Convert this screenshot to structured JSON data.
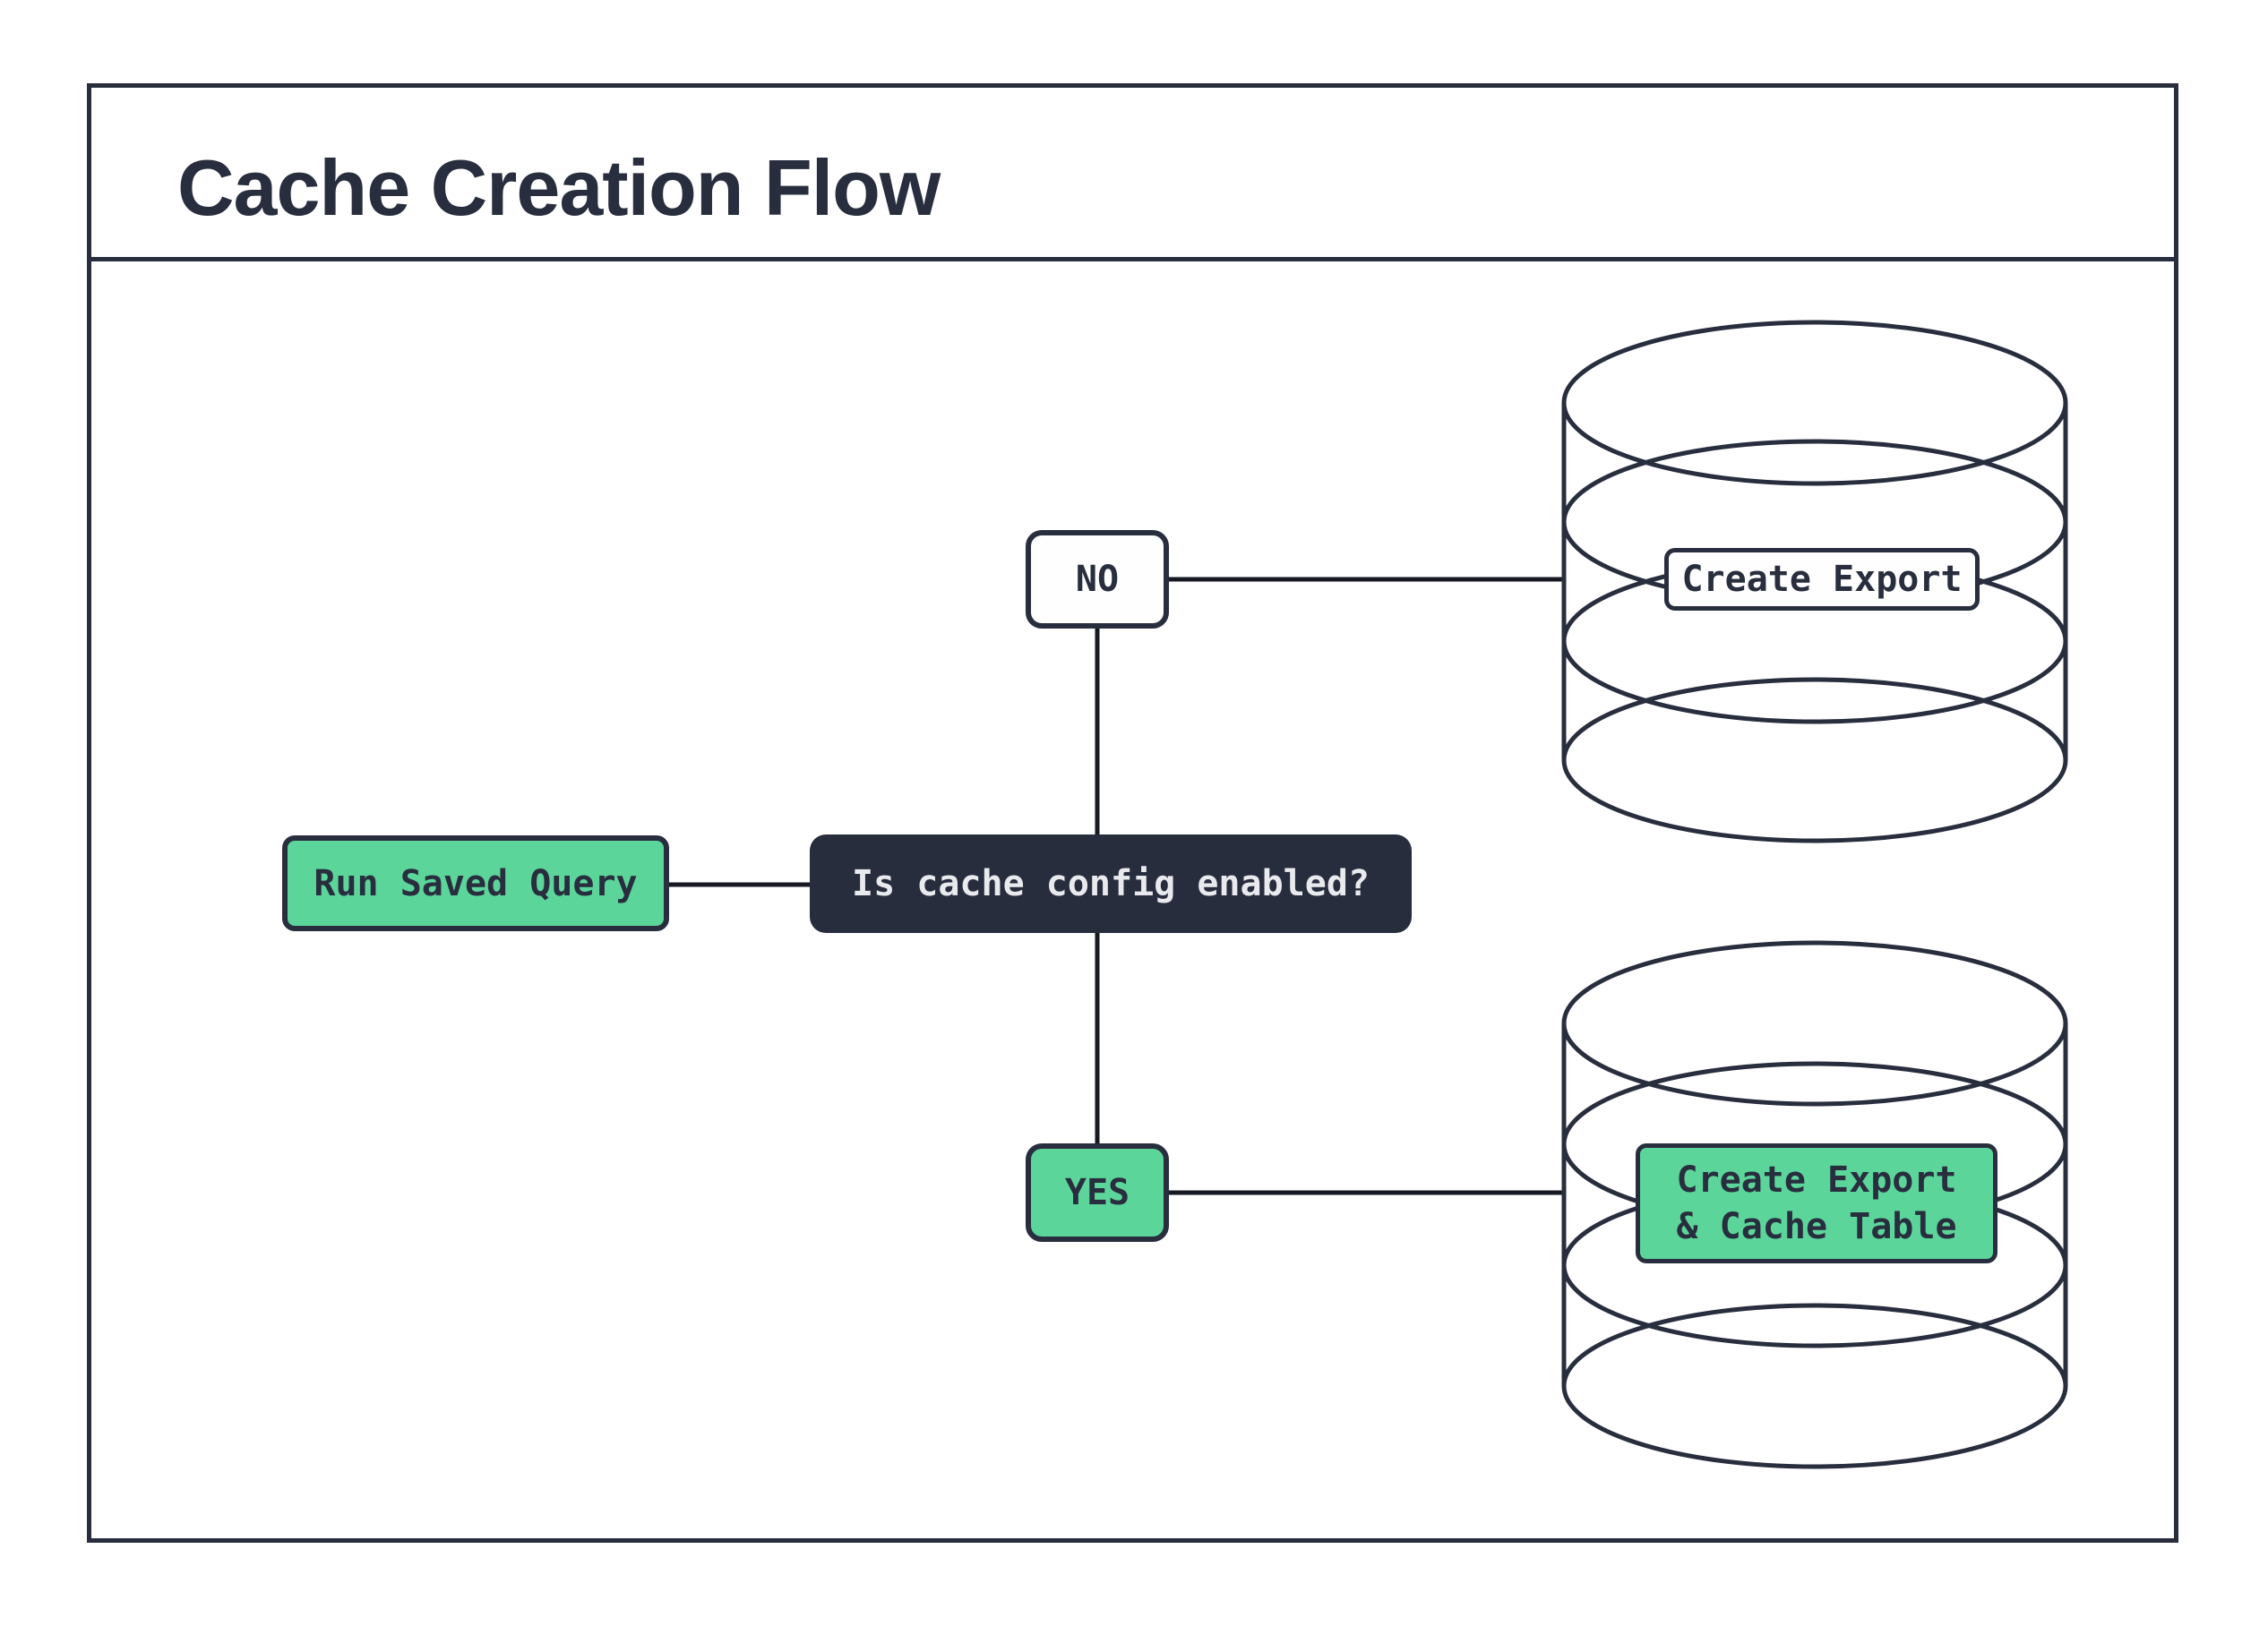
{
  "title": "Cache Creation Flow",
  "colors": {
    "accent_green": "#5cd59b",
    "dark_navy": "#282e3e",
    "decision_bg": "#272d3d",
    "decision_text": "#e9eaee",
    "connector": "#161922",
    "background": "#ffffff"
  },
  "nodes": {
    "start": {
      "label": "Run Saved Query"
    },
    "decision": {
      "label": "Is cache config enabled?"
    },
    "no_branch": {
      "label": "NO"
    },
    "yes_branch": {
      "label": "YES"
    },
    "export_db": {
      "label": "Create Export"
    },
    "export_cache_db": {
      "label_line1": "Create Export",
      "label_line2": "& Cache Table"
    }
  }
}
